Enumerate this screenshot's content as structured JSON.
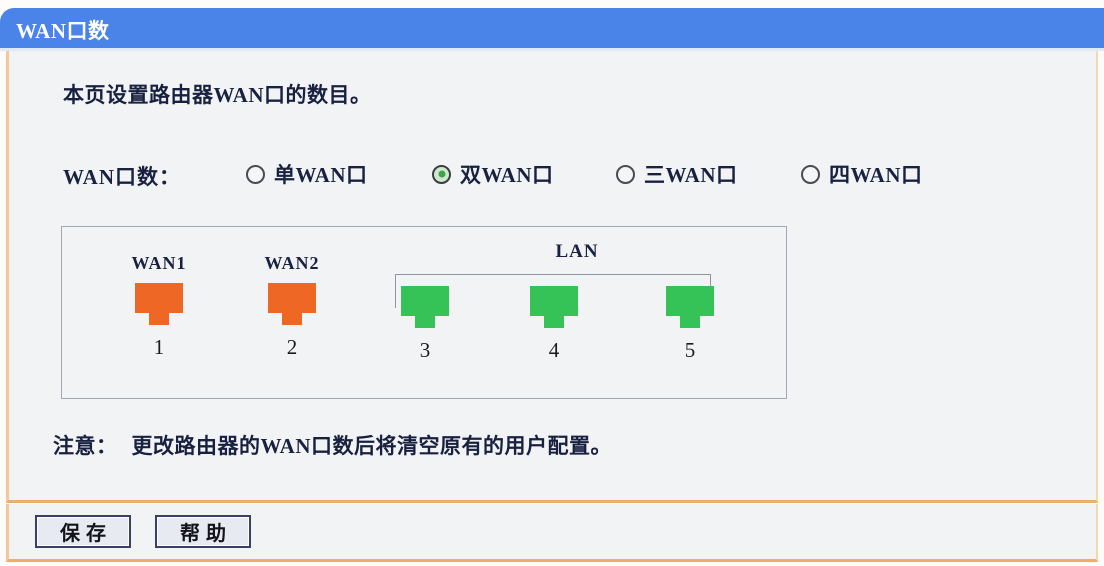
{
  "window": {
    "title": "WAN口数"
  },
  "page": {
    "description": "本页设置路由器WAN口的数目。",
    "note_prefix": "注意：",
    "note_text": "更改路由器的WAN口数后将清空原有的用户配置。"
  },
  "wan_count_field": {
    "label": "WAN口数：",
    "selected_index": 1,
    "options": [
      {
        "label": "单WAN口",
        "checked": false
      },
      {
        "label": "双WAN口",
        "checked": true
      },
      {
        "label": "三WAN口",
        "checked": false
      },
      {
        "label": "四WAN口",
        "checked": false
      }
    ]
  },
  "diagram": {
    "lan_group_label": "LAN",
    "ports": [
      {
        "caption": "WAN1",
        "number": "1",
        "kind": "wan",
        "color": "#ef6724"
      },
      {
        "caption": "WAN2",
        "number": "2",
        "kind": "wan",
        "color": "#ef6724"
      },
      {
        "caption": "",
        "number": "3",
        "kind": "lan",
        "color": "#35c257"
      },
      {
        "caption": "",
        "number": "4",
        "kind": "lan",
        "color": "#35c257"
      },
      {
        "caption": "",
        "number": "5",
        "kind": "lan",
        "color": "#35c257"
      }
    ]
  },
  "buttons": [
    {
      "label": "保存"
    },
    {
      "label": "帮助"
    }
  ],
  "colors": {
    "titlebar": "#4a84e8",
    "panel_bg": "#f2f3f5",
    "border_accent": "#eeae6b",
    "wan_port": "#ef6724",
    "lan_port": "#35c257",
    "radio_checked": "#3fa34a",
    "text": "#18213f"
  }
}
